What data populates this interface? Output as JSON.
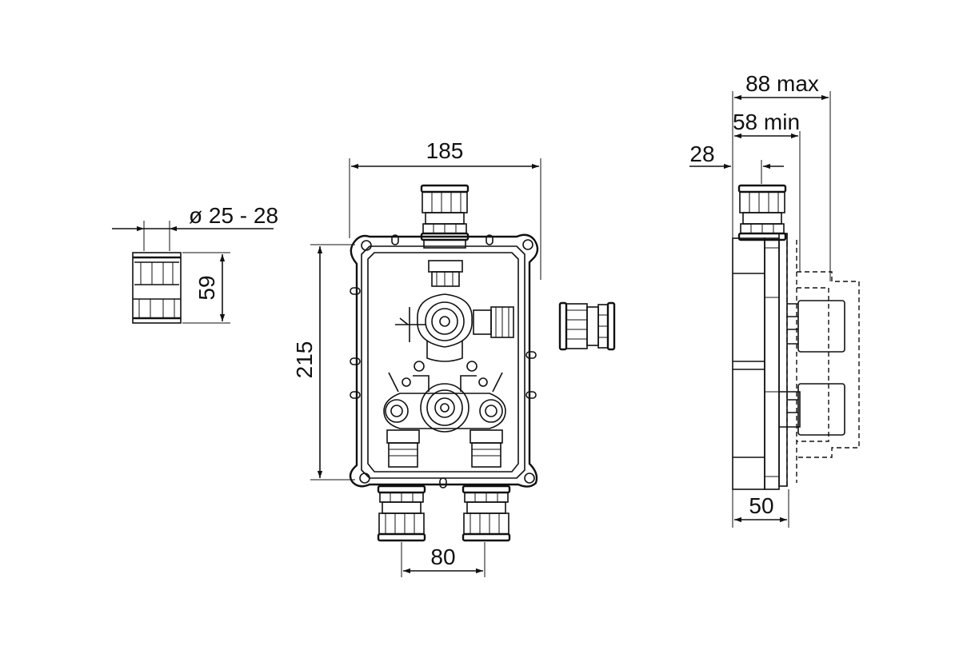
{
  "dimensions": {
    "diameter": "ø 25 - 28",
    "fitting_height": "59",
    "body_width": "185",
    "body_height": "215",
    "outlet_spacing": "80",
    "depth_max": "88 max",
    "depth_min": "58 min",
    "offset": "28",
    "frame_depth": "50"
  }
}
